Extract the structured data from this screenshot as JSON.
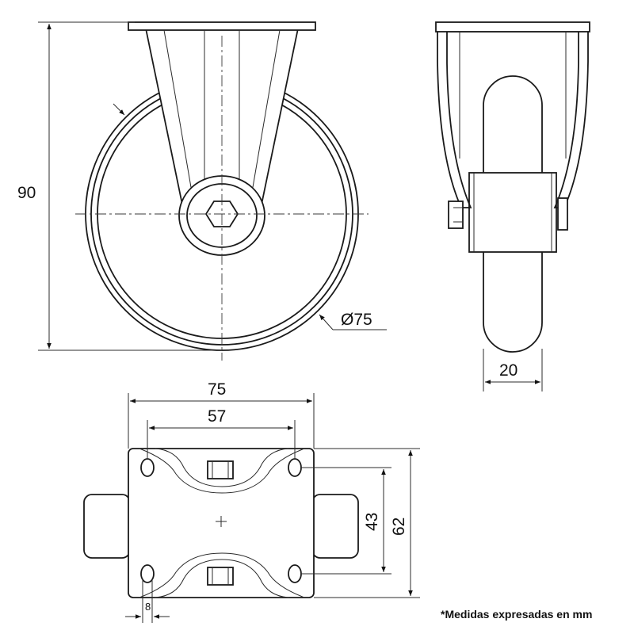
{
  "dimensions": {
    "height": "90",
    "diameter": "Ø75",
    "wheel_width": "20",
    "plate_width": "75",
    "hole_spacing_x": "57",
    "hole_spacing_y": "43",
    "plate_depth": "62",
    "slot": "8"
  },
  "note": "*Medidas expresadas en mm"
}
